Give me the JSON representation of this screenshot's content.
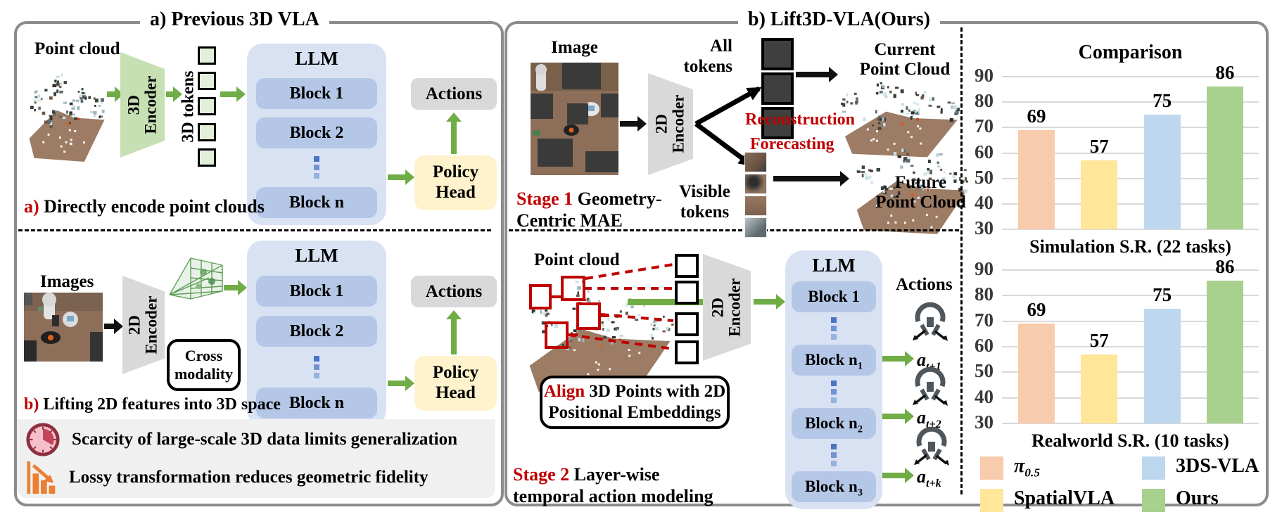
{
  "colors": {
    "accent_red": "#c00000",
    "arrow_green": "#70ad47",
    "llm_container": "#d9e2f3",
    "llm_block": "#b4c7e7",
    "encoder_3d": "#c6e0b4",
    "encoder_2d": "#d9d9d9",
    "tokens_3d": "#e2efda",
    "actions_box": "#d9d9d9",
    "policy_head": "#fff2cc",
    "panel_border": "#8c8c8c",
    "issues_band": "#f0f0f0",
    "dark_token": "#3f3f3f"
  },
  "left_panel": {
    "title": "a) Previous 3D VLA",
    "point_cloud_label": "Point cloud",
    "encoder_3d_line1": "3D",
    "encoder_3d_line2": "Encoder",
    "tokens_3d_label": "3D tokens",
    "llm_title": "LLM",
    "blocks": [
      "Block 1",
      "Block 2",
      "Block n"
    ],
    "actions_label": "Actions",
    "policy_line1": "Policy",
    "policy_line2": "Head",
    "caption_a_tag": "a)",
    "caption_a": "Directly encode point clouds",
    "images_label": "Images",
    "encoder_2d_line1": "2D",
    "encoder_2d_line2": "Encoder",
    "cross_line1": "Cross",
    "cross_line2": "modality",
    "caption_b_tag": "b)",
    "caption_b": "Lifting 2D features into 3D space",
    "issues": [
      {
        "icon": "clock-icon",
        "text": "Scarcity of large-scale 3D data limits generalization"
      },
      {
        "icon": "declining-bars-icon",
        "text": "Lossy transformation reduces geometric fidelity"
      }
    ]
  },
  "middle_panel": {
    "title": "b) Lift3D-VLA(Ours)",
    "stage1": {
      "image_label": "Image",
      "encoder_line1": "2D",
      "encoder_line2": "Encoder",
      "all_tokens_line1": "All",
      "all_tokens_line2": "tokens",
      "reconstruction": "Reconstruction",
      "forecasting": "Forecasting",
      "visible_tokens_line1": "Visible",
      "visible_tokens_line2": "tokens",
      "current_line1": "Current",
      "current_line2": "Point Cloud",
      "future_line1": "Future",
      "future_line2": "Point Cloud",
      "caption_tag": "Stage 1",
      "caption_rest_line1": "Geometry-",
      "caption_line2": "Centric MAE"
    },
    "stage2": {
      "point_cloud_label": "Point cloud",
      "encoder_line1": "2D",
      "encoder_line2": "Encoder",
      "llm_title": "LLM",
      "blocks": [
        {
          "text": "Block 1",
          "sub": ""
        },
        {
          "text": "Block n",
          "sub": "1"
        },
        {
          "text": "Block n",
          "sub": "2"
        },
        {
          "text": "Block n",
          "sub": "3"
        }
      ],
      "actions_label": "Actions",
      "action_outputs": [
        {
          "base": "a",
          "sub": "t+1"
        },
        {
          "base": "a",
          "sub": "t+2"
        },
        {
          "base": "a",
          "sub": "t+k"
        }
      ],
      "align_tag": "Align",
      "align_line1_rest": "3D Points with 2D",
      "align_line2": "Positional Embeddings",
      "caption_tag": "Stage 2",
      "caption_rest": "Layer-wise",
      "caption_line2": "temporal action modeling"
    }
  },
  "chart_data": [
    {
      "type": "bar",
      "title": "Comparison",
      "categories": [
        "π0.5",
        "SpatialVLA",
        "3DS-VLA",
        "Ours"
      ],
      "values": [
        69,
        57,
        75,
        86
      ],
      "xlabel": "Simulation S.R. (22 tasks)",
      "ylabel": "",
      "ylim": [
        30,
        90
      ],
      "yticks": [
        30,
        40,
        50,
        60,
        70,
        80,
        90
      ],
      "grid": true,
      "bar_colors": [
        "#F8CBAD",
        "#FFE699",
        "#BDD7EE",
        "#A9D18E"
      ]
    },
    {
      "type": "bar",
      "title": "",
      "categories": [
        "π0.5",
        "SpatialVLA",
        "3DS-VLA",
        "Ours"
      ],
      "values": [
        69,
        57,
        75,
        86
      ],
      "xlabel": "Realworld S.R. (10 tasks)",
      "ylabel": "",
      "ylim": [
        30,
        90
      ],
      "yticks": [
        30,
        40,
        50,
        60,
        70,
        80,
        90
      ],
      "grid": true,
      "bar_colors": [
        "#F8CBAD",
        "#FFE699",
        "#BDD7EE",
        "#A9D18E"
      ]
    }
  ],
  "legend": [
    {
      "label": "π",
      "label_sub": "0.5",
      "color": "#F8CBAD"
    },
    {
      "label": "SpatialVLA",
      "label_sub": "",
      "color": "#FFE699"
    },
    {
      "label": "3DS-VLA",
      "label_sub": "",
      "color": "#BDD7EE"
    },
    {
      "label": "Ours",
      "label_sub": "",
      "color": "#A9D18E"
    }
  ]
}
